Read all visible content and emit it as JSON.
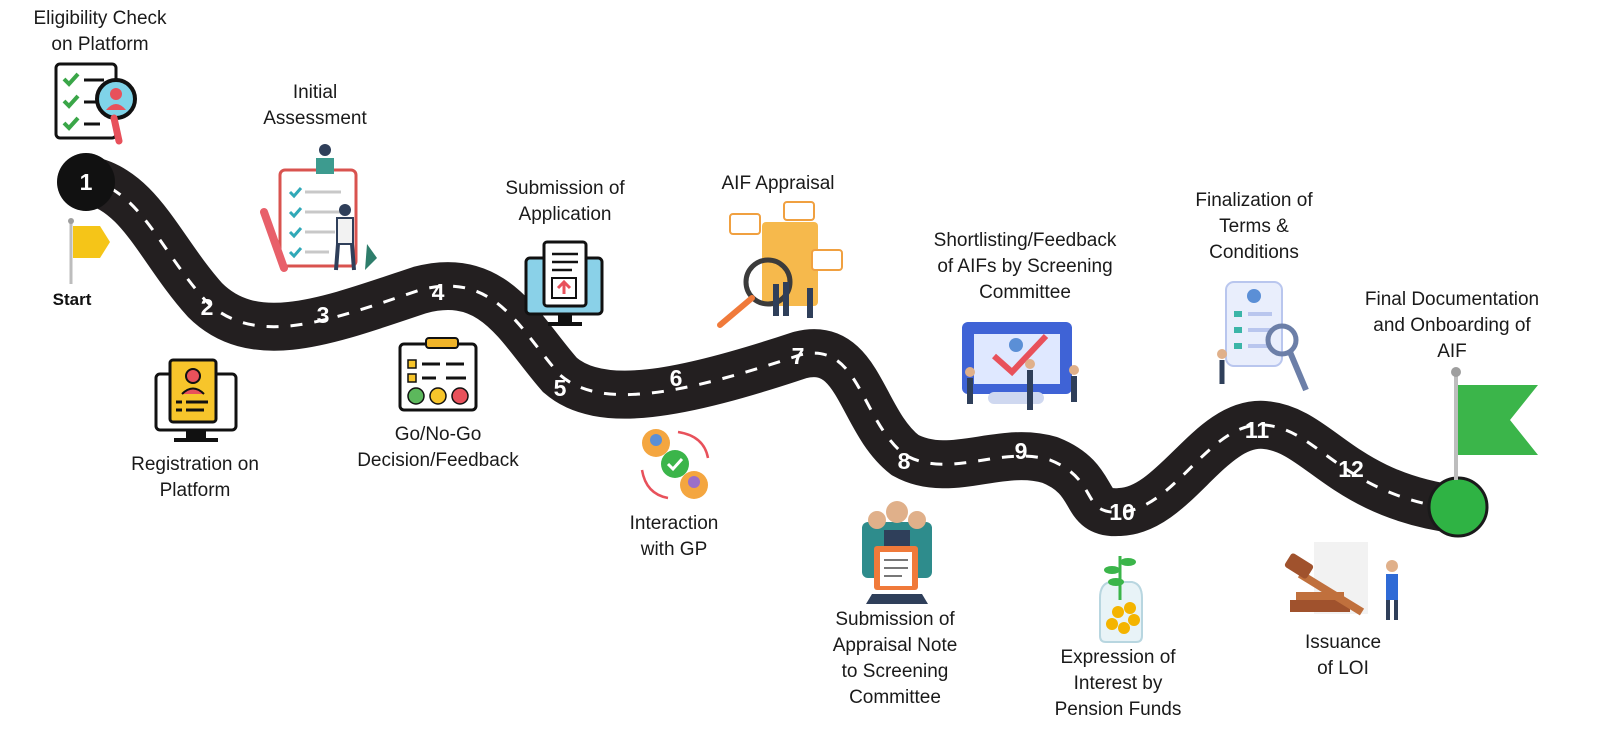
{
  "start_label": "Start",
  "colors": {
    "road": "#231f20",
    "flag_start": "#f5c518",
    "flag_end": "#3bb54a",
    "end_dot": "#2fb344"
  },
  "steps": [
    {
      "num": "1",
      "lines": [
        "Eligibility Check",
        "on Platform"
      ],
      "icon": "checklist-magnifier-icon"
    },
    {
      "num": "2",
      "lines": [
        "Registration on",
        "Platform"
      ],
      "icon": "registration-monitor-icon"
    },
    {
      "num": "3",
      "lines": [
        "Initial",
        "Assessment"
      ],
      "icon": "assessment-clipboard-icon"
    },
    {
      "num": "4",
      "lines": [
        "Go/No-Go",
        "Decision/Feedback"
      ],
      "icon": "feedback-board-icon"
    },
    {
      "num": "5",
      "lines": [
        "Submission of",
        "Application"
      ],
      "icon": "application-monitor-icon"
    },
    {
      "num": "6",
      "lines": [
        "Interaction",
        "with GP"
      ],
      "icon": "interaction-cycle-icon"
    },
    {
      "num": "7",
      "lines": [
        "AIF Appraisal"
      ],
      "icon": "appraisal-document-icon"
    },
    {
      "num": "8",
      "lines": [
        "Submission of",
        "Appraisal Note",
        "to Screening",
        "Committee"
      ],
      "icon": "committee-clipboard-icon"
    },
    {
      "num": "9",
      "lines": [
        "Shortlisting/Feedback",
        "of AIFs by Screening",
        "Committee"
      ],
      "icon": "shortlisting-board-icon"
    },
    {
      "num": "10",
      "lines": [
        "Expression of",
        "Interest by",
        "Pension Funds"
      ],
      "icon": "coin-jar-plant-icon"
    },
    {
      "num": "11",
      "lines": [
        "Finalization of",
        "Terms &",
        "Conditions"
      ],
      "icon": "terms-document-icon"
    },
    {
      "num": "12",
      "lines": [
        "Issuance",
        "of LOI"
      ],
      "icon": "gavel-icon"
    },
    {
      "num": "",
      "lines": [
        "Final Documentation",
        "and Onboarding of",
        "AIF"
      ],
      "icon": "finish-flag-icon"
    }
  ]
}
